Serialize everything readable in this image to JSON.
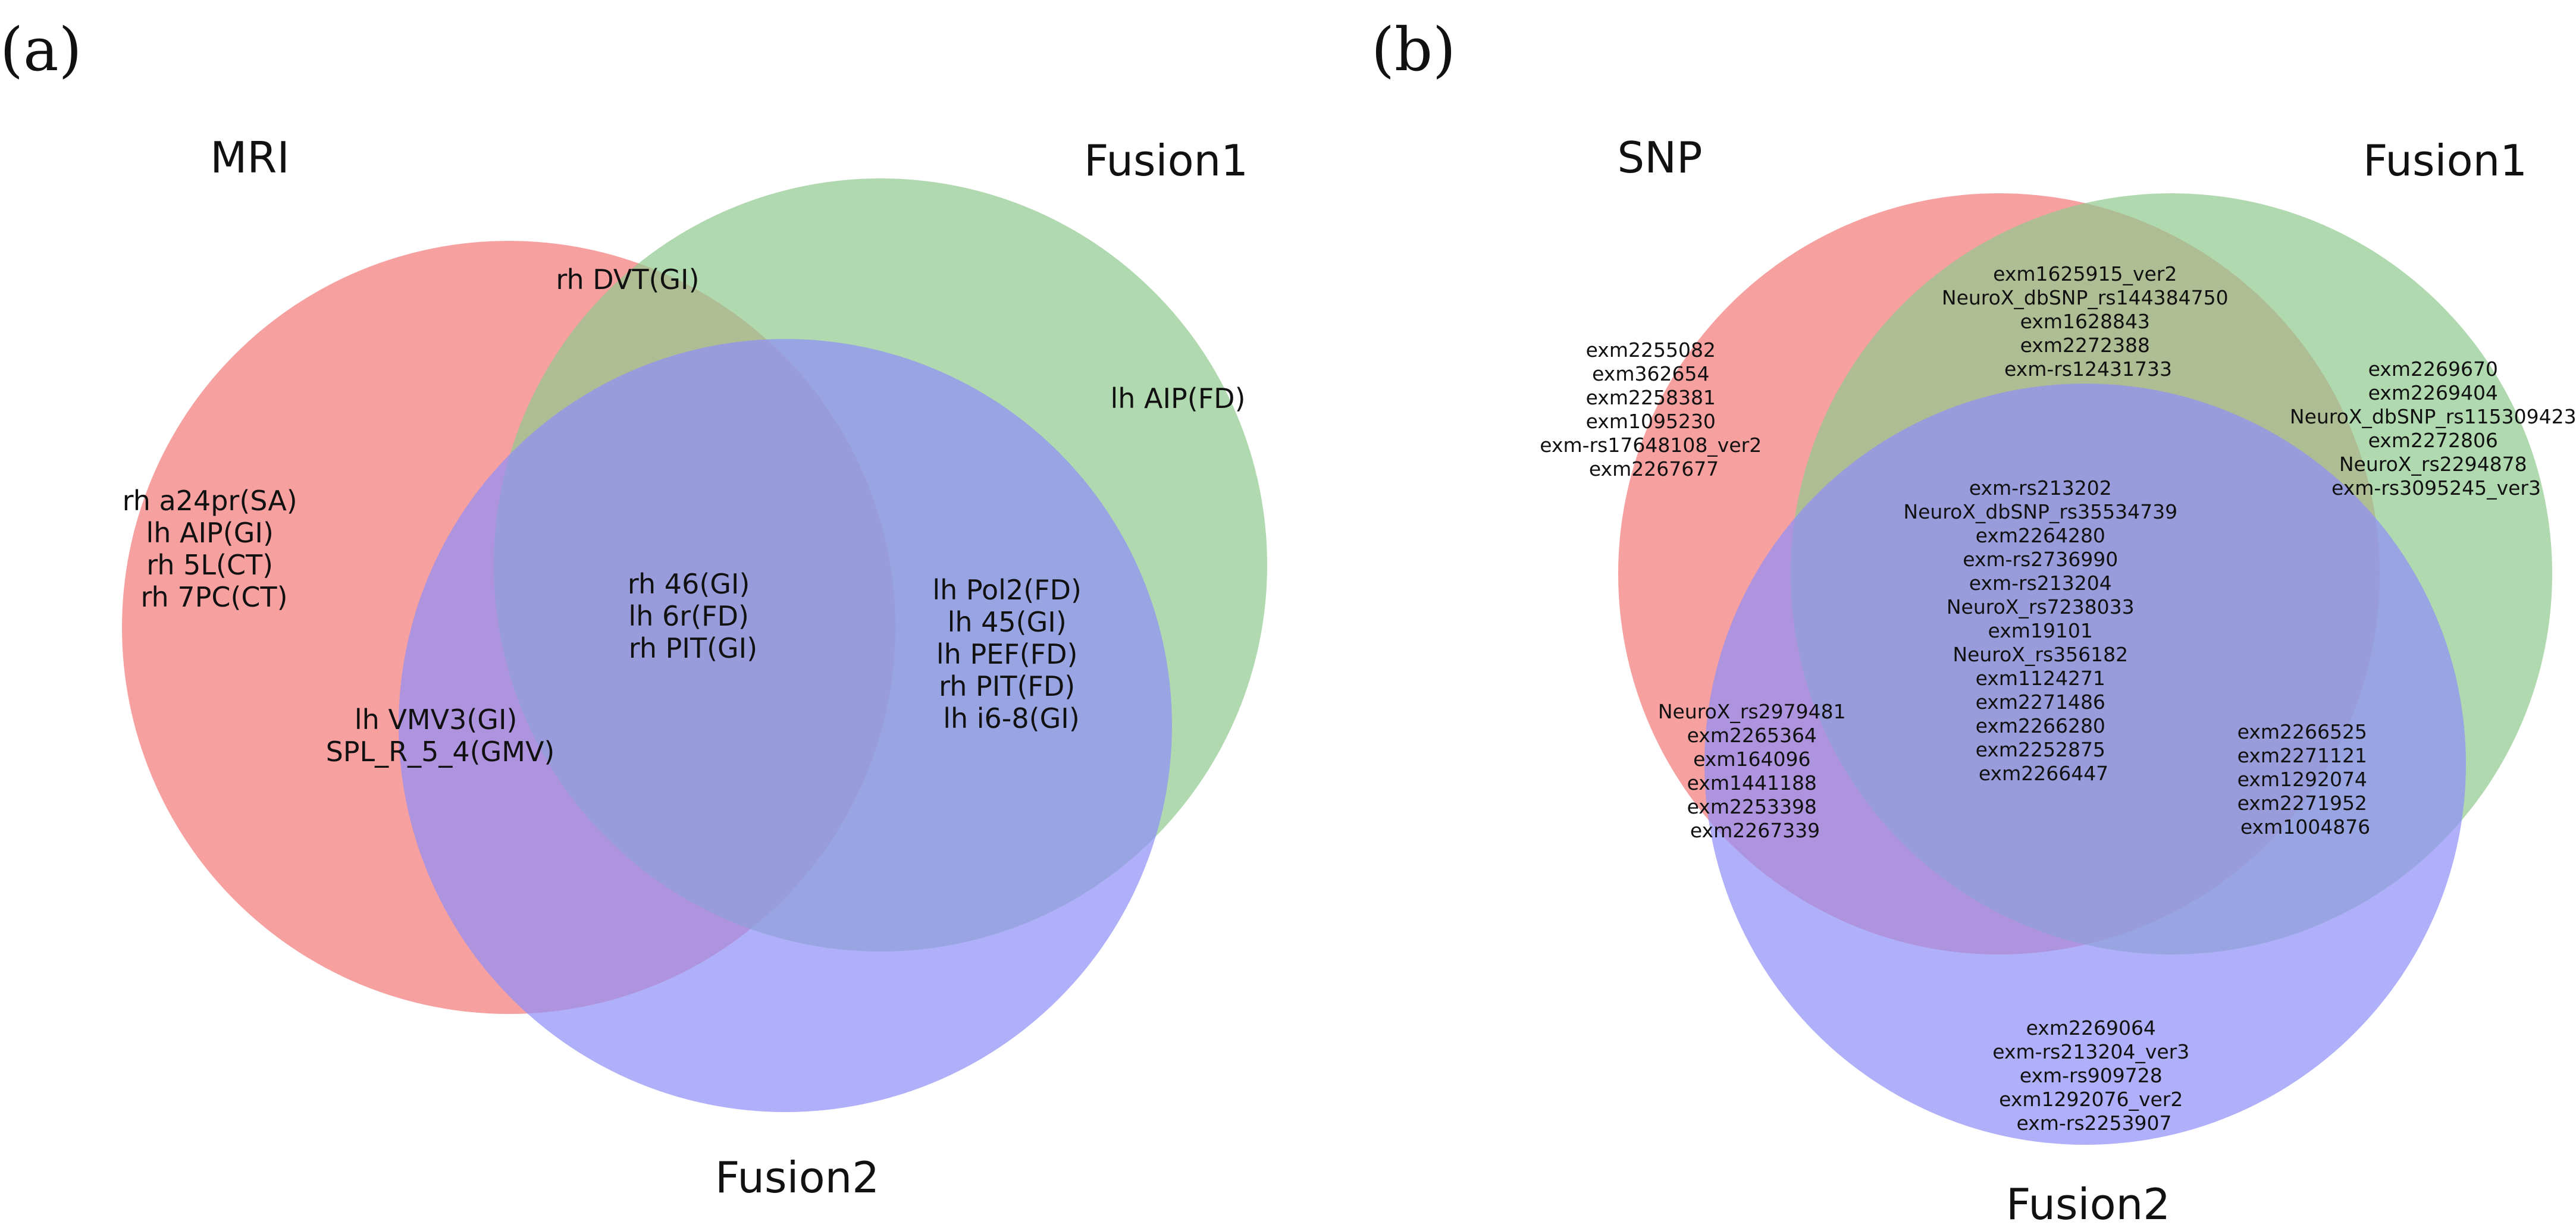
{
  "panels": [
    {
      "letter": "(a)",
      "sets": [
        {
          "label": "MRI",
          "color": "#f47777"
        },
        {
          "label": "Fusion1",
          "color": "#8ec98e"
        },
        {
          "label": "Fusion2",
          "color": "#8f8ff8"
        }
      ],
      "regions": {
        "only_1": [
          "rh a24pr(SA)",
          "lh AIP(GI)",
          "rh 5L(CT)",
          "rh 7PC(CT)"
        ],
        "only_2": [
          "lh AIP(FD)"
        ],
        "only_3": [],
        "r12": [
          "rh DVT(GI)"
        ],
        "r13": [
          "lh VMV3(GI)",
          "SPL_R_5_4(GMV)"
        ],
        "r23": [
          "lh Pol2(FD)",
          "lh 45(GI)",
          "lh PEF(FD)",
          "rh PIT(FD)",
          "lh i6-8(GI)"
        ],
        "r123": [
          "rh 46(GI)",
          "lh 6r(FD)",
          "rh PIT(GI)"
        ]
      }
    },
    {
      "letter": "(b)",
      "sets": [
        {
          "label": "SNP",
          "color": "#f47777"
        },
        {
          "label": "Fusion1",
          "color": "#8ec98e"
        },
        {
          "label": "Fusion2",
          "color": "#8f8ff8"
        }
      ],
      "regions": {
        "only_1": [
          "exm2255082",
          "exm362654",
          "exm2258381",
          "exm1095230",
          "exm-rs17648108_ver2",
          "exm2267677"
        ],
        "only_2": [
          "exm2269670",
          "exm2269404",
          "NeuroX_dbSNP_rs115309423",
          "exm2272806",
          "NeuroX_rs2294878",
          "exm-rs3095245_ver3"
        ],
        "only_3": [
          "exm2269064",
          "exm-rs213204_ver3",
          "exm-rs909728",
          "exm1292076_ver2",
          "exm-rs2253907"
        ],
        "r12": [
          "exm1625915_ver2",
          "NeuroX_dbSNP_rs144384750",
          "exm1628843",
          "exm2272388",
          "exm-rs12431733"
        ],
        "r13": [
          "NeuroX_rs2979481",
          "exm2265364",
          "exm164096",
          "exm1441188",
          "exm2253398",
          "exm2267339"
        ],
        "r23": [
          "exm2266525",
          "exm2271121",
          "exm1292074",
          "exm2271952",
          "exm1004876"
        ],
        "r123": [
          "exm-rs213202",
          "NeuroX_dbSNP_rs35534739",
          "exm2264280",
          "exm-rs2736990",
          "exm-rs213204",
          "NeuroX_rs7238033",
          "exm19101",
          "NeuroX_rs356182",
          "exm1124271",
          "exm2271486",
          "exm2266280",
          "exm2252875",
          "exm2266447"
        ]
      }
    }
  ]
}
